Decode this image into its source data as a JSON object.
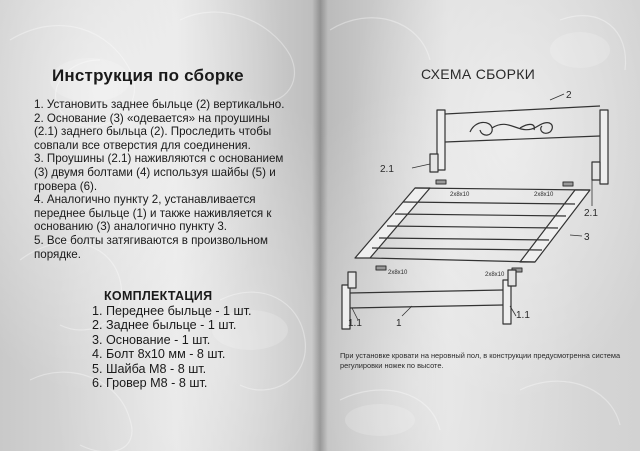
{
  "instructions": {
    "title": "Инструкция по сборке",
    "steps": [
      "1. Установить заднее быльце (2) вертикально.",
      "2. Основание (3) «одевается» на проушины (2.1) заднего быльца (2). Проследить чтобы совпали все отверстия для соединения.",
      "3. Проушины (2.1) наживляются с основанием (3) двумя болтами (4) используя шайбы (5) и гровера (6).",
      "4. Аналогично пункту 2, устанавливается переднее быльце (1) и также наживляется к основанию (3) аналогично пункту 3.",
      "5. Все болты затягиваются в произвольном порядке."
    ]
  },
  "kit": {
    "heading": "КОМПЛЕКТАЦИЯ",
    "items": [
      "1. Переднее быльце - 1 шт.",
      "2. Заднее быльце - 1 шт.",
      "3. Основание - 1 шт.",
      "4. Болт 8х10 мм - 8 шт.",
      "5. Шайба М8 - 8 шт.",
      "6. Гровер М8 - 8 шт."
    ]
  },
  "scheme": {
    "title": "СХЕМА СБОРКИ",
    "labels": {
      "headboard": "2",
      "lug_left": "2.1",
      "lug_right": "2.1",
      "frame": "3",
      "foot_left": "1.1",
      "foot_right": "1.1",
      "footboard": "1"
    },
    "bolts": [
      "2х8х10",
      "2х8х10",
      "2х8х10",
      "2х8х10"
    ],
    "note": "При установке кровати на неровный пол, в конструкции предусмотренна система регулировки ножек по высоте."
  },
  "colors": {
    "ink": "#1a1a1a",
    "line": "#333333",
    "paper": "#d8d8d8"
  }
}
